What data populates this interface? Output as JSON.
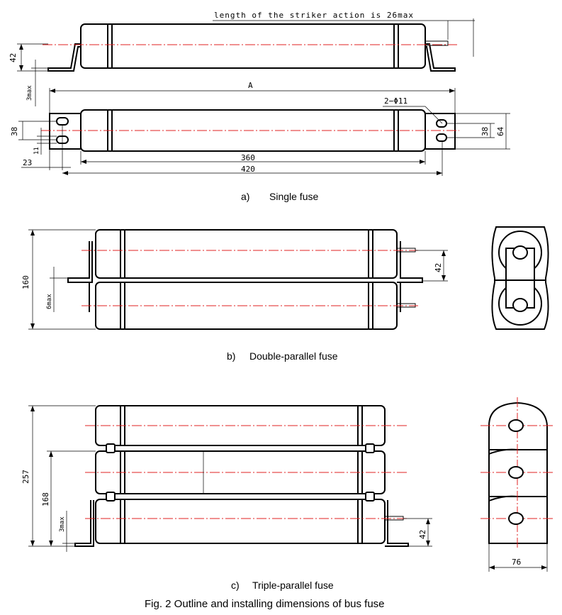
{
  "figure": {
    "caption": "Fig. 2 Outline and installing dimensions of bus fuse"
  },
  "single": {
    "caption_letter": "a)",
    "caption_text": "Single fuse",
    "striker_note": "length of the striker action is 26max",
    "dim_42": "42",
    "dim_3max": "3max",
    "dim_A": "A",
    "dim_holes": "2−Φ11",
    "dim_38_left": "38",
    "dim_11": "11",
    "dim_23": "23",
    "dim_360": "360",
    "dim_420": "420",
    "dim_38_right": "38",
    "dim_64": "64"
  },
  "double": {
    "caption_letter": "b)",
    "caption_text": "Double-parallel fuse",
    "dim_160": "160",
    "dim_6max": "6max",
    "dim_42": "42"
  },
  "triple": {
    "caption_letter": "c)",
    "caption_text": "Triple-parallel fuse",
    "dim_257": "257",
    "dim_168": "168",
    "dim_3max": "3max",
    "dim_42": "42",
    "dim_76": "76"
  },
  "colors": {
    "centerline": "#e02020",
    "outline": "#000000"
  }
}
